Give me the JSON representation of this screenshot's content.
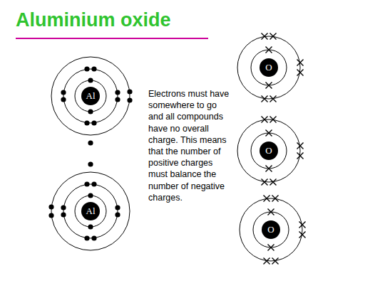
{
  "diagram": {
    "title": "Aluminium oxide",
    "nodes": [
      {
        "text": [
          "Al"
        ]
      },
      {
        "text": [
          "Al"
        ]
      },
      {
        "text": [
          "O"
        ]
      },
      {
        "text": [
          "O"
        ]
      },
      {
        "text": [
          "O"
        ]
      }
    ],
    "labels": [
      "Electrons must have somewhere to go and all compounds have no overall charge.  This means that the number of positive charges must balance the number of negative charges."
    ]
  }
}
